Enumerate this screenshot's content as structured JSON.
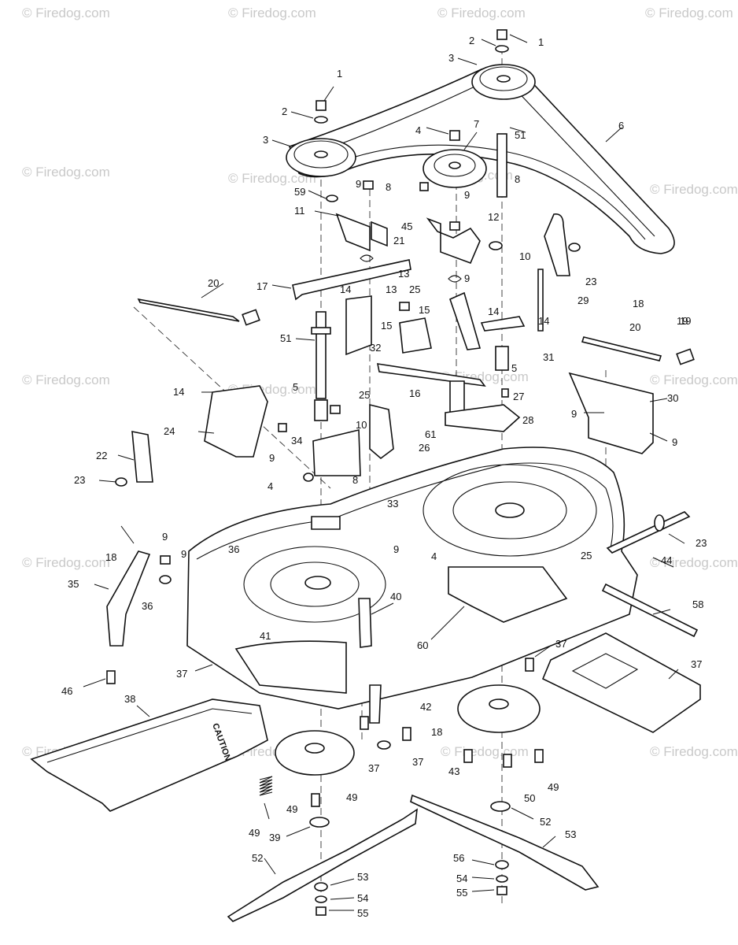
{
  "watermark": "© Firedog.com",
  "caution_label": "CAUTION",
  "callouts": [
    {
      "num": "1",
      "name": "callout-1-top"
    },
    {
      "num": "2",
      "name": "callout-2-top"
    },
    {
      "num": "3",
      "name": "callout-3-top"
    },
    {
      "num": "1",
      "name": "callout-1-left"
    },
    {
      "num": "2",
      "name": "callout-2-left"
    },
    {
      "num": "3",
      "name": "callout-3-left"
    },
    {
      "num": "4",
      "name": "callout-4-idler"
    },
    {
      "num": "7",
      "name": "callout-7"
    },
    {
      "num": "51",
      "name": "callout-51-top"
    },
    {
      "num": "6",
      "name": "callout-6"
    },
    {
      "num": "59",
      "name": "callout-59"
    },
    {
      "num": "9",
      "name": "callout-9-a"
    },
    {
      "num": "8",
      "name": "callout-8-a"
    },
    {
      "num": "11",
      "name": "callout-11"
    },
    {
      "num": "45",
      "name": "callout-45"
    },
    {
      "num": "9",
      "name": "callout-9-b"
    },
    {
      "num": "12",
      "name": "callout-12"
    },
    {
      "num": "8",
      "name": "callout-8-b"
    },
    {
      "num": "21",
      "name": "callout-21"
    },
    {
      "num": "10",
      "name": "callout-10-a"
    },
    {
      "num": "23",
      "name": "callout-23-a"
    },
    {
      "num": "18",
      "name": "callout-18-a"
    },
    {
      "num": "29",
      "name": "callout-29"
    },
    {
      "num": "20",
      "name": "callout-20-a"
    },
    {
      "num": "17",
      "name": "callout-17"
    },
    {
      "num": "13",
      "name": "callout-13-a"
    },
    {
      "num": "14",
      "name": "callout-14-a"
    },
    {
      "num": "13",
      "name": "callout-13-b"
    },
    {
      "num": "9",
      "name": "callout-9-c"
    },
    {
      "num": "25",
      "name": "callout-25-a"
    },
    {
      "num": "15",
      "name": "callout-15-a"
    },
    {
      "num": "15",
      "name": "callout-15-b"
    },
    {
      "num": "14",
      "name": "callout-14-b"
    },
    {
      "num": "14",
      "name": "callout-14-c"
    },
    {
      "num": "19",
      "name": "callout-19-a"
    },
    {
      "num": "51",
      "name": "callout-51-mid"
    },
    {
      "num": "32",
      "name": "callout-32"
    },
    {
      "num": "31",
      "name": "callout-31"
    },
    {
      "num": "20",
      "name": "callout-20-b"
    },
    {
      "num": "19",
      "name": "callout-19-b"
    },
    {
      "num": "5",
      "name": "callout-5-a"
    },
    {
      "num": "16",
      "name": "callout-16"
    },
    {
      "num": "14",
      "name": "callout-14-d"
    },
    {
      "num": "5",
      "name": "callout-5-b"
    },
    {
      "num": "25",
      "name": "callout-25-b"
    },
    {
      "num": "27",
      "name": "callout-27"
    },
    {
      "num": "30",
      "name": "callout-30"
    },
    {
      "num": "24",
      "name": "callout-24"
    },
    {
      "num": "10",
      "name": "callout-10-b"
    },
    {
      "num": "61",
      "name": "callout-61"
    },
    {
      "num": "28",
      "name": "callout-28"
    },
    {
      "num": "9",
      "name": "callout-9-d"
    },
    {
      "num": "9",
      "name": "callout-9-e"
    },
    {
      "num": "9",
      "name": "callout-9-f"
    },
    {
      "num": "34",
      "name": "callout-34"
    },
    {
      "num": "26",
      "name": "callout-26"
    },
    {
      "num": "22",
      "name": "callout-22"
    },
    {
      "num": "23",
      "name": "callout-23-b"
    },
    {
      "num": "4",
      "name": "callout-4-b"
    },
    {
      "num": "8",
      "name": "callout-8-c"
    },
    {
      "num": "33",
      "name": "callout-33"
    },
    {
      "num": "23",
      "name": "callout-23-c"
    },
    {
      "num": "18",
      "name": "callout-18-b"
    },
    {
      "num": "9",
      "name": "callout-9-g"
    },
    {
      "num": "9",
      "name": "callout-9-h"
    },
    {
      "num": "36",
      "name": "callout-36-a"
    },
    {
      "num": "9",
      "name": "callout-9-i"
    },
    {
      "num": "4",
      "name": "callout-4-c"
    },
    {
      "num": "25",
      "name": "callout-25-c"
    },
    {
      "num": "44",
      "name": "callout-44"
    },
    {
      "num": "35",
      "name": "callout-35"
    },
    {
      "num": "36",
      "name": "callout-36-b"
    },
    {
      "num": "40",
      "name": "callout-40"
    },
    {
      "num": "58",
      "name": "callout-58"
    },
    {
      "num": "37",
      "name": "callout-37-a"
    },
    {
      "num": "41",
      "name": "callout-41"
    },
    {
      "num": "60",
      "name": "callout-60"
    },
    {
      "num": "37",
      "name": "callout-37-b"
    },
    {
      "num": "46",
      "name": "callout-46"
    },
    {
      "num": "37",
      "name": "callout-37-c"
    },
    {
      "num": "38",
      "name": "callout-38"
    },
    {
      "num": "42",
      "name": "callout-42"
    },
    {
      "num": "18",
      "name": "callout-18-c"
    },
    {
      "num": "37",
      "name": "callout-37-d"
    },
    {
      "num": "37",
      "name": "callout-37-e"
    },
    {
      "num": "43",
      "name": "callout-43"
    },
    {
      "num": "49",
      "name": "callout-49-a"
    },
    {
      "num": "49",
      "name": "callout-49-b"
    },
    {
      "num": "50",
      "name": "callout-50"
    },
    {
      "num": "49",
      "name": "callout-49-c"
    },
    {
      "num": "49",
      "name": "callout-49-d"
    },
    {
      "num": "39",
      "name": "callout-39"
    },
    {
      "num": "52",
      "name": "callout-52-a"
    },
    {
      "num": "52",
      "name": "callout-52-b"
    },
    {
      "num": "53",
      "name": "callout-53-a"
    },
    {
      "num": "53",
      "name": "callout-53-b"
    },
    {
      "num": "54",
      "name": "callout-54-a"
    },
    {
      "num": "55",
      "name": "callout-55-a"
    },
    {
      "num": "56",
      "name": "callout-56-a"
    },
    {
      "num": "54",
      "name": "callout-54-b"
    },
    {
      "num": "55",
      "name": "callout-55-b"
    },
    {
      "num": "56",
      "name": "callout-56-b"
    }
  ]
}
